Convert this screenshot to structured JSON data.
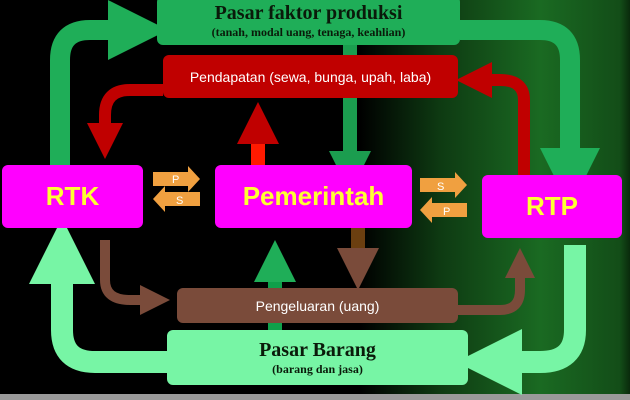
{
  "nodes": {
    "factor_market": {
      "title": "Pasar faktor produksi",
      "subtitle": "(tanah, modal uang, tenaga, keahlian)"
    },
    "income": {
      "label": "Pendapatan (sewa, bunga, upah, laba)"
    },
    "rtk": {
      "label": "RTK"
    },
    "government": {
      "label": "Pemerintah"
    },
    "rtp": {
      "label": "RTP"
    },
    "expenditure": {
      "label": "Pengeluaran (uang)"
    },
    "goods_market": {
      "title": "Pasar Barang",
      "subtitle": "(barang dan jasa)"
    }
  },
  "exchange_labels": {
    "left_top": "P",
    "left_bottom": "S",
    "right_top": "S",
    "right_bottom": "P"
  },
  "colors": {
    "factor": "#1fae58",
    "income": "#c00000",
    "node": "#ff00ff",
    "node_text": "#ffff33",
    "expenditure": "#7a4b3a",
    "goods": "#77f5a5",
    "exchange": "#f0a040",
    "red_arrow": "#ff1a00"
  }
}
